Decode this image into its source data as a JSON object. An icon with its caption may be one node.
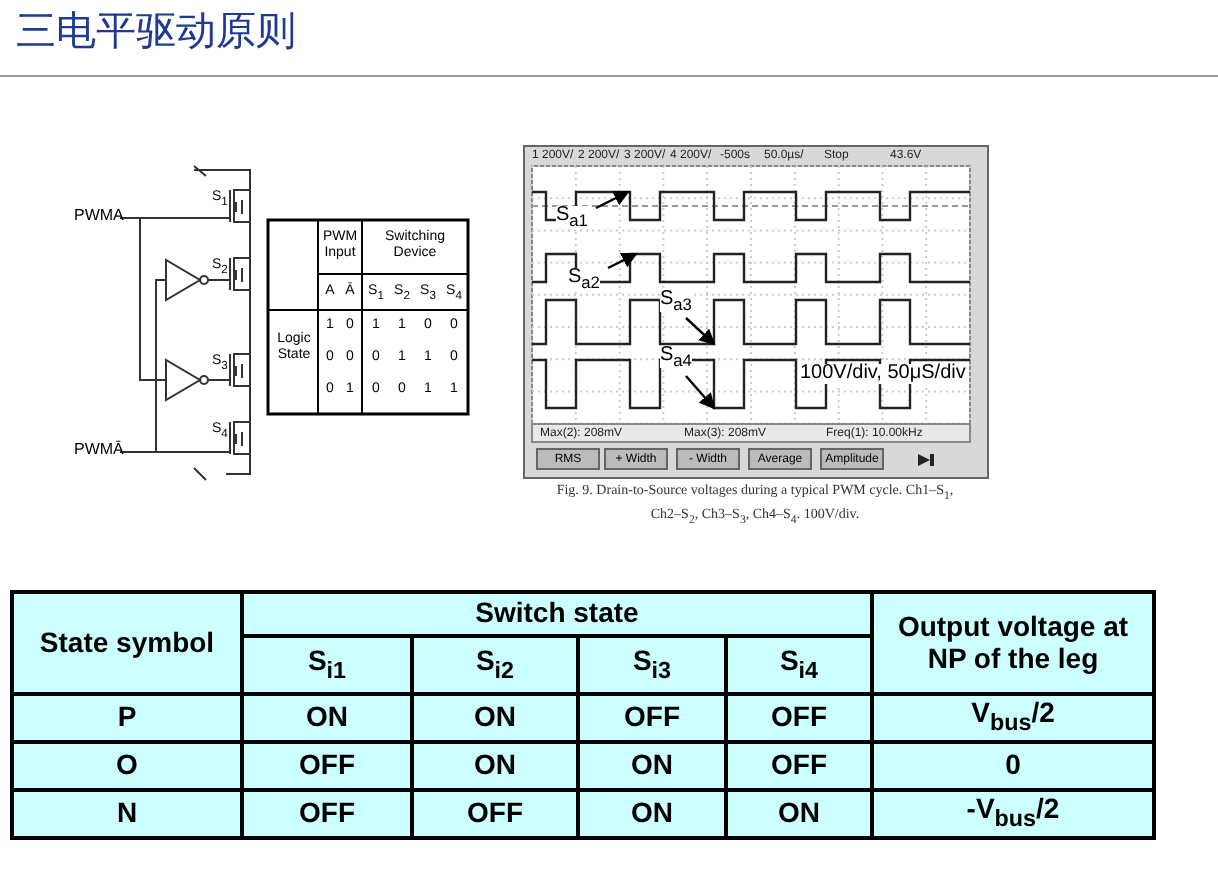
{
  "diagram": {
    "title": "三电平驱动原则",
    "caption": "Fig. 9. Drain-to-Source voltages during a typical PWM cycle. Ch1–S$_{1}$, Ch2–S$_{2}$, Ch3–S$_{3}$, Ch4–S$_{4}$. 100V/div.",
    "nodes": [
      {
        "text": [
          "S$_{a1}$"
        ]
      },
      {
        "text": [
          "S$_{a2}$"
        ]
      },
      {
        "text": [
          "S$_{a3}$"
        ]
      },
      {
        "text": [
          "S$_{a4}$"
        ]
      },
      {
        "text": [],
        "shape": "line"
      },
      {
        "text": [],
        "shape": "line"
      },
      {
        "text": [],
        "shape": "line"
      },
      {
        "text": [],
        "shape": "line"
      }
    ],
    "edges": [
      {
        "from": 0,
        "to": 4,
        "arrow": "to"
      },
      {
        "from": 1,
        "to": 5,
        "arrow": "to"
      },
      {
        "from": 2,
        "to": 6,
        "arrow": "to"
      },
      {
        "from": 3,
        "to": 7,
        "arrow": "to"
      }
    ],
    "labels": [
      "PWMA",
      "PWMĀ",
      "S$_{1}$",
      "S$_{2}$",
      "S$_{3}$",
      "S$_{4}$",
      "PWM Input",
      "Switching Device",
      "A",
      "Ā",
      "S$_{1}$",
      "S$_{2}$",
      "S$_{3}$",
      "S$_{4}$",
      "Logic State",
      "1",
      "0",
      "1",
      "1",
      "0",
      "0",
      "0",
      "0",
      "0",
      "1",
      "1",
      "0",
      "0",
      "1",
      "0",
      "0",
      "1",
      "1",
      "1 200V/",
      "2 200V/",
      "3 200V/",
      "4 200V/",
      "-500s",
      "50.0µs/",
      "Stop",
      "43.6V",
      "Max(2): 208mV",
      "Max(3): 208mV",
      "Freq(1): 10.00kHz",
      "RMS",
      "+ Width",
      "- Width",
      "Average",
      "Amplitude",
      "100V/div, 50μS/div",
      "State symbol",
      "Switch state",
      "Output voltage at NP of the leg",
      "S$_{i1}$",
      "S$_{i2}$",
      "S$_{i3}$",
      "S$_{i4}$",
      "P",
      "ON",
      "ON",
      "OFF",
      "OFF",
      "V$_{bus}$/2",
      "O",
      "OFF",
      "ON",
      "ON",
      "OFF",
      "0",
      "N",
      "OFF",
      "OFF",
      "ON",
      "ON",
      "-V$_{bus}$/2"
    ]
  }
}
